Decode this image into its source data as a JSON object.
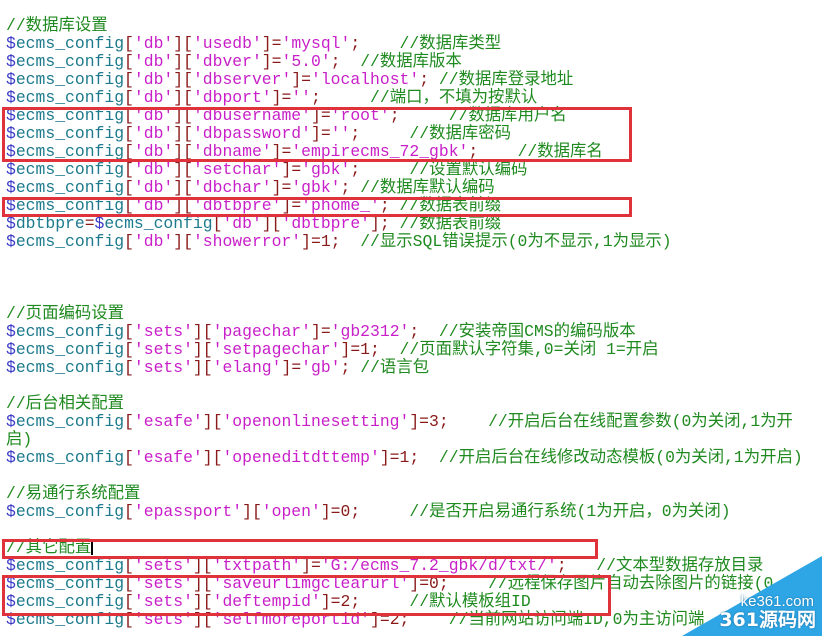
{
  "colors": {
    "highlight_box": "#e0323a",
    "comment": "#1f8a1f",
    "string": "#c81fc8",
    "identifier": "#1c7a8c",
    "watermark": "#2ea6e6"
  },
  "lines": [
    {
      "code": "",
      "comment": "//数据库设置"
    },
    {
      "code": "$ecms_config['db']['usedb']='mysql';    ",
      "comment": "//数据库类型"
    },
    {
      "code": "$ecms_config['db']['dbver']='5.0';  ",
      "comment": "//数据库版本"
    },
    {
      "code": "$ecms_config['db']['dbserver']='localhost'; ",
      "comment": "//数据库登录地址"
    },
    {
      "code": "$ecms_config['db']['dbport']='';     ",
      "comment": "//端口，不填为按默认"
    },
    {
      "code": "$ecms_config['db']['dbusername']='root';     ",
      "comment": "//数据库用户名"
    },
    {
      "code": "$ecms_config['db']['dbpassword']='';     ",
      "comment": "//数据库密码"
    },
    {
      "code": "$ecms_config['db']['dbname']='empirecms_72_gbk';    ",
      "comment": "//数据库名"
    },
    {
      "code": "$ecms_config['db']['setchar']='gbk';     ",
      "comment": "//设置默认编码"
    },
    {
      "code": "$ecms_config['db']['dbchar']='gbk'; ",
      "comment": "//数据库默认编码"
    },
    {
      "code": "$ecms_config['db']['dbtbpre']='phome_'; ",
      "comment": "//数据表前缀"
    },
    {
      "code": "$dbtbpre=$ecms_config['db']['dbtbpre']; ",
      "comment": "//数据表前缀"
    },
    {
      "code": "$ecms_config['db']['showerror']=1;  ",
      "comment": "//显示SQL错误提示(0为不显示,1为显示)"
    },
    {
      "code": "",
      "comment": ""
    },
    {
      "code": "",
      "comment": ""
    },
    {
      "code": "",
      "comment": ""
    },
    {
      "code": "",
      "comment": "//页面编码设置"
    },
    {
      "code": "$ecms_config['sets']['pagechar']='gb2312';  ",
      "comment": "//安装帝国CMS的编码版本"
    },
    {
      "code": "$ecms_config['sets']['setpagechar']=1;  ",
      "comment": "//页面默认字符集,0=关闭 1=开启"
    },
    {
      "code": "$ecms_config['sets']['elang']='gb'; ",
      "comment": "//语言包"
    },
    {
      "code": "",
      "comment": ""
    },
    {
      "code": "",
      "comment": "//后台相关配置"
    },
    {
      "code": "$ecms_config['esafe']['openonlinesetting']=3;    ",
      "comment": "//开启后台在线配置参数(0为关闭,1为开"
    },
    {
      "code": "",
      "comment": "启)"
    },
    {
      "code": "$ecms_config['esafe']['openeditdttemp']=1;  ",
      "comment": "//开启后台在线修改动态模板(0为关闭,1为开启)"
    },
    {
      "code": "",
      "comment": ""
    },
    {
      "code": "",
      "comment": "//易通行系统配置"
    },
    {
      "code": "$ecms_config['epassport']['open']=0;     ",
      "comment": "//是否开启易通行系统(1为开启，0为关闭)"
    },
    {
      "code": "",
      "comment": ""
    },
    {
      "code": "",
      "comment": "//其它配置",
      "cursor": true
    },
    {
      "code": "$ecms_config['sets']['txtpath']='G:/ecms_7.2_gbk/d/txt/';   ",
      "comment": "//文本型数据存放目录"
    },
    {
      "code": "$ecms_config['sets']['saveurlimgclearurl']=0;    ",
      "comment": "//远程保存图片自动去除图片的链接(0"
    },
    {
      "code": "$ecms_config['sets']['deftempid']=2;     ",
      "comment": "//默认模板组ID"
    },
    {
      "code": "$ecms_config['sets']['selfmoreportid']=2;    ",
      "comment": "//当前网站访问端ID,0为主访问端"
    }
  ],
  "watermark": {
    "domain": "ke361.com",
    "name": "361源码网"
  }
}
